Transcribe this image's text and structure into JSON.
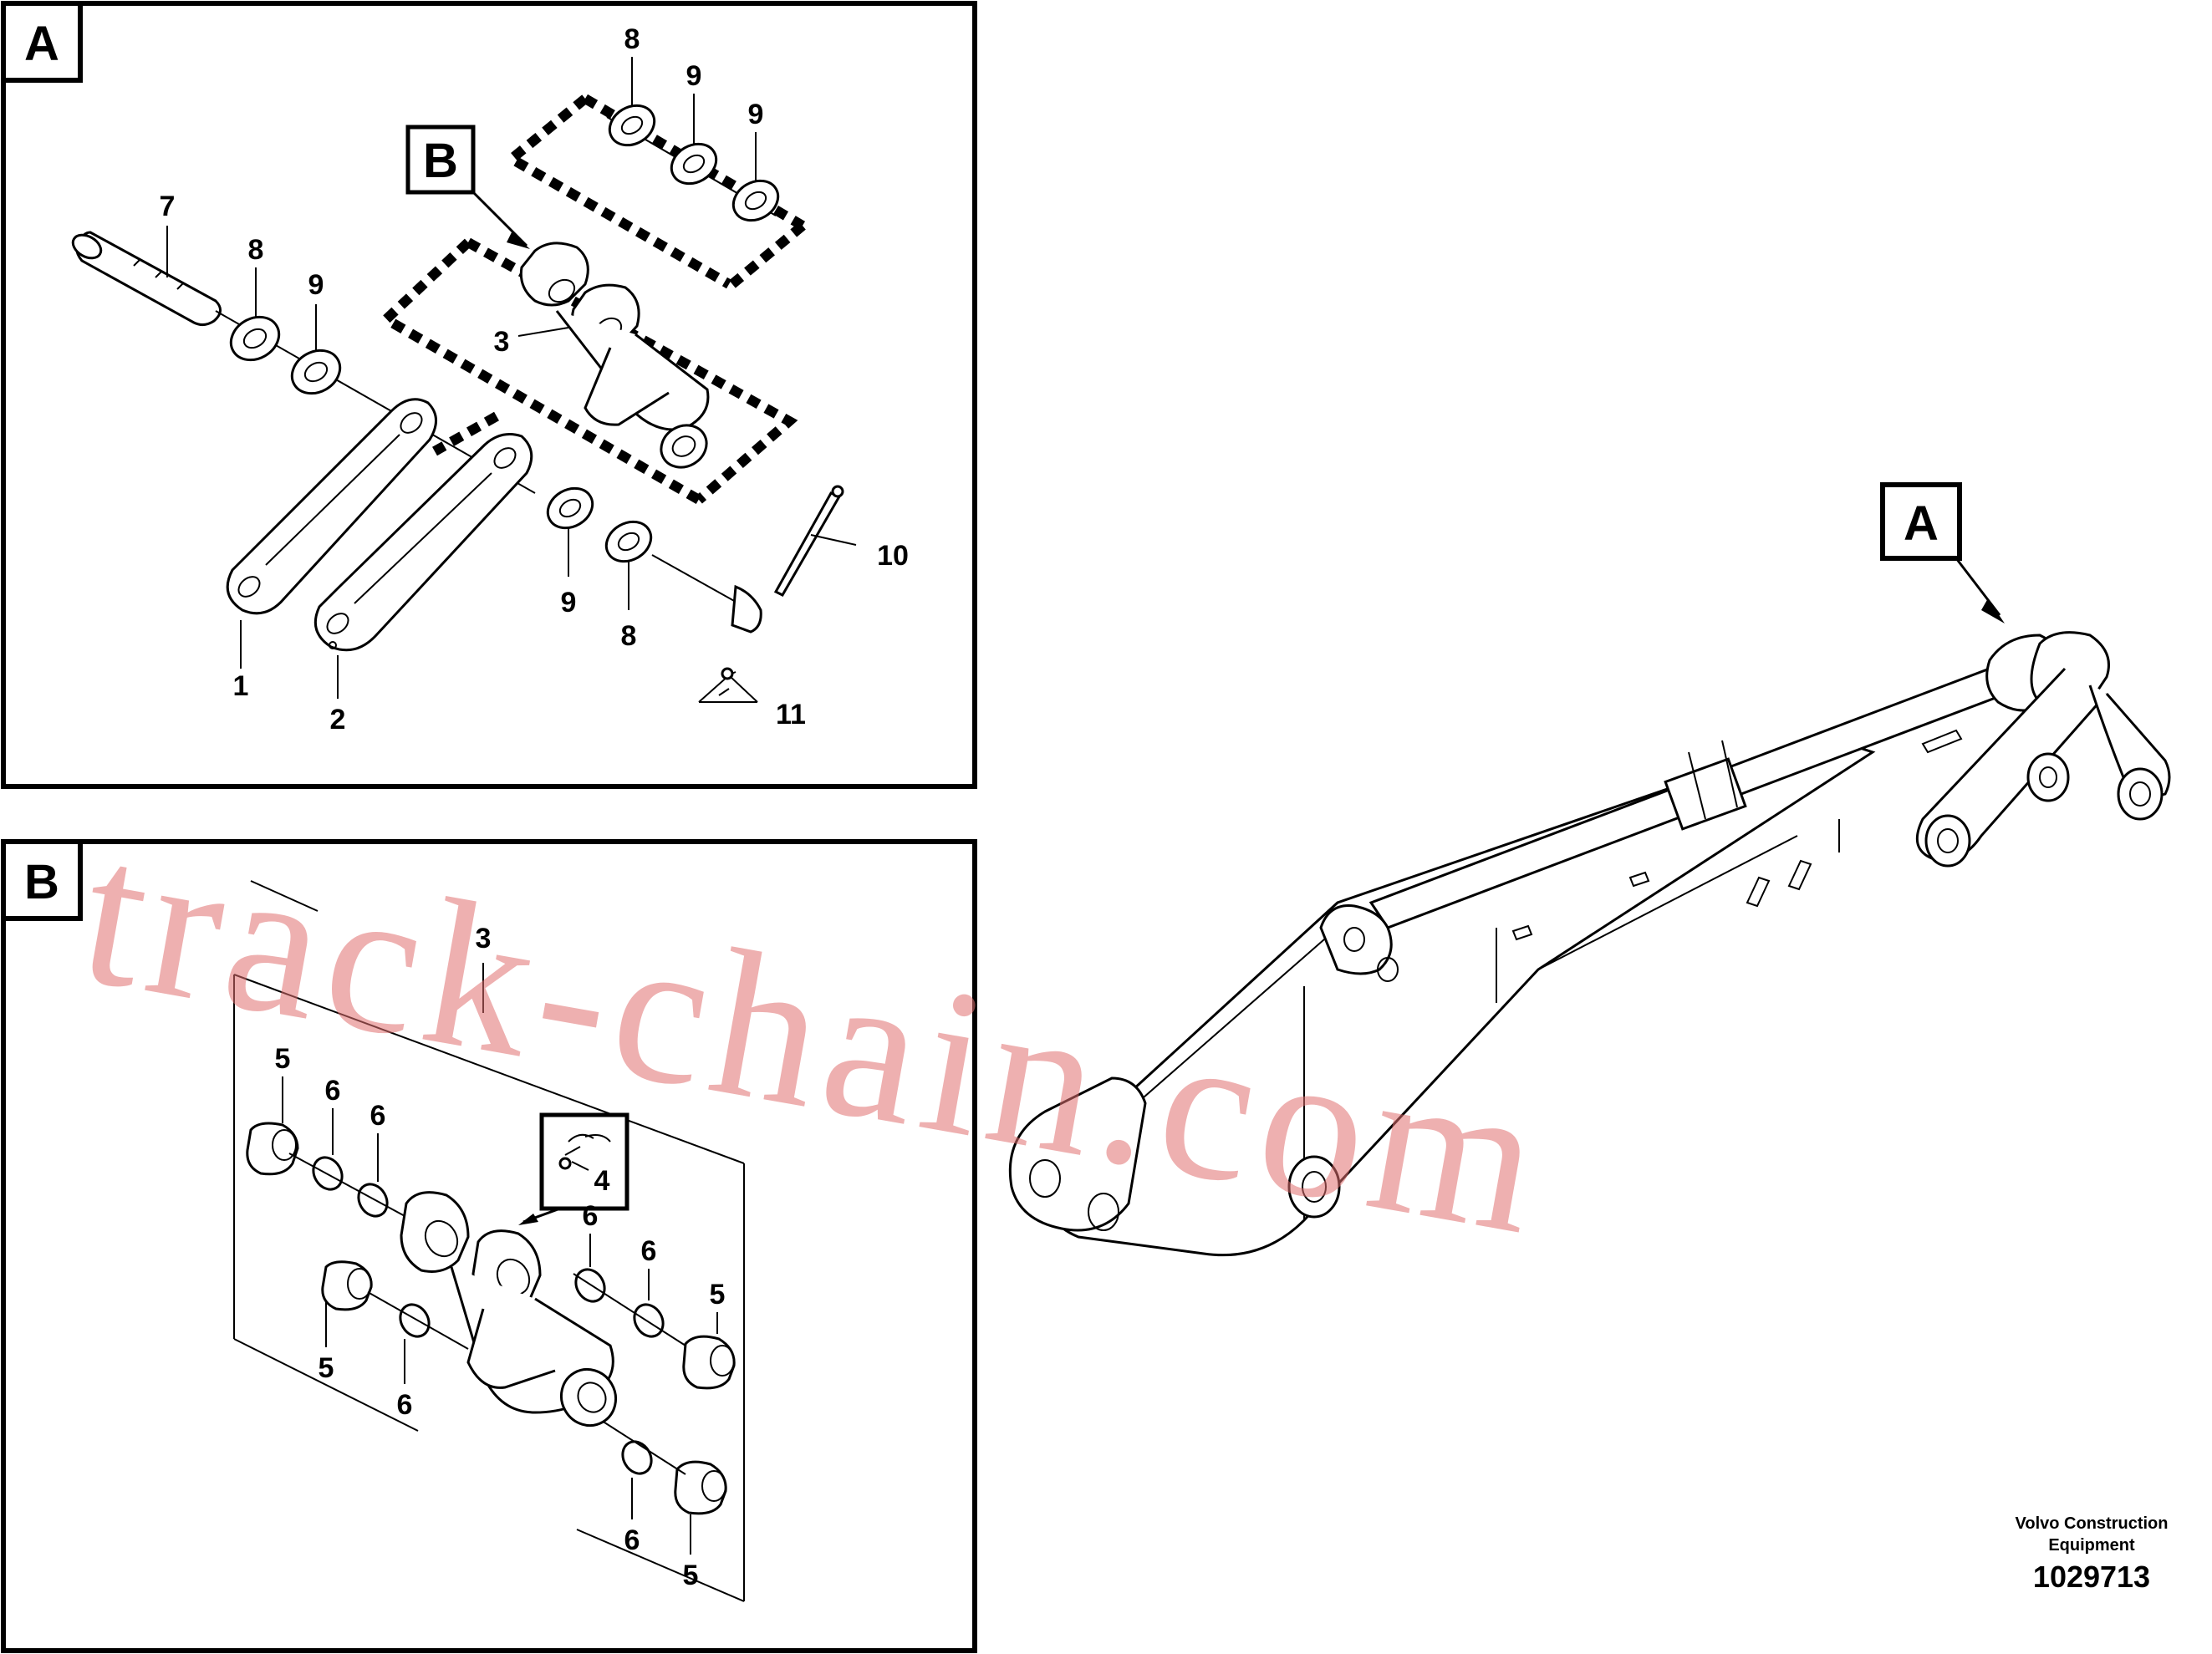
{
  "panels": {
    "a": {
      "tag": "A"
    },
    "b": {
      "tag": "B"
    }
  },
  "overview": {
    "tag": "A"
  },
  "callouts_a": {
    "c1": "1",
    "c2": "2",
    "c3": "3",
    "c7": "7",
    "c8_top": "8",
    "c8_left": "8",
    "c8_bottom": "8",
    "c9_top1": "9",
    "c9_top2": "9",
    "c9_left": "9",
    "c9_bottom": "9",
    "c10": "10",
    "c11": "11",
    "b_tag": "B"
  },
  "callouts_b": {
    "c3": "3",
    "c4": "4",
    "c5_tl": "5",
    "c5_bl": "5",
    "c5_r": "5",
    "c5_br": "5",
    "c6_t1": "6",
    "c6_t2": "6",
    "c6_bl": "6",
    "c6_r1": "6",
    "c6_r2": "6",
    "c6_br": "6"
  },
  "footer": {
    "brand_line1": "Volvo Construction",
    "brand_line2": "Equipment",
    "doc_number": "1029713"
  },
  "watermark": "track-chain.com"
}
